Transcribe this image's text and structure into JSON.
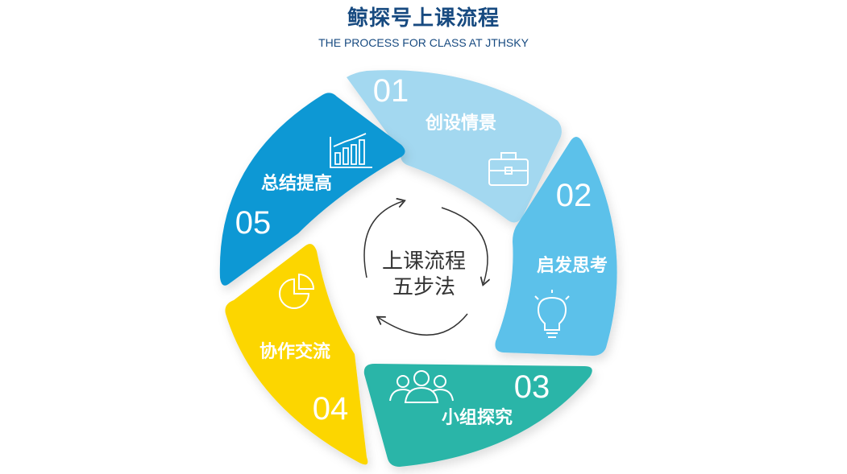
{
  "header": {
    "title": "鲸探号上课流程",
    "subtitle": "THE PROCESS FOR CLASS AT JTHSKY"
  },
  "center": {
    "line1": "上课流程",
    "line2": "五步法"
  },
  "steps": [
    {
      "number": "01",
      "label": "创设情景",
      "icon": "briefcase-icon",
      "color": "#a3d8f0"
    },
    {
      "number": "02",
      "label": "启发思考",
      "icon": "lightbulb-icon",
      "color": "#5bc1ea"
    },
    {
      "number": "03",
      "label": "小组探究",
      "icon": "group-icon",
      "color": "#2cb5a8"
    },
    {
      "number": "04",
      "label": "协作交流",
      "icon": "pie-chart-icon",
      "color": "#fcd600"
    },
    {
      "number": "05",
      "label": "总结提高",
      "icon": "bar-chart-icon",
      "color": "#0b98d4"
    }
  ]
}
